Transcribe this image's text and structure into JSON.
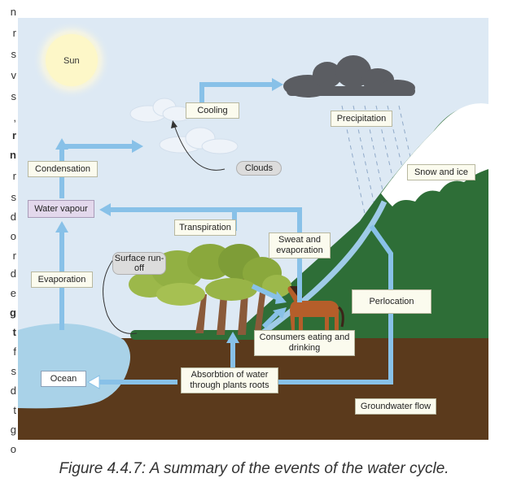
{
  "left_text": [
    {
      "text": "n",
      "bold": false
    },
    {
      "text": "r",
      "bold": false
    },
    {
      "text": "s",
      "bold": false
    },
    {
      "text": "v",
      "bold": false
    },
    {
      "text": "s",
      "bold": false
    },
    {
      "text": ",",
      "bold": false
    },
    {
      "text": "r",
      "bold": true
    },
    {
      "text": "n",
      "bold": true
    },
    {
      "text": "r",
      "bold": false
    },
    {
      "text": "s",
      "bold": false
    },
    {
      "text": "d",
      "bold": false
    },
    {
      "text": "o",
      "bold": false
    },
    {
      "text": "r",
      "bold": false
    },
    {
      "text": "d",
      "bold": false
    },
    {
      "text": "e",
      "bold": false
    },
    {
      "text": "g",
      "bold": true
    },
    {
      "text": "t",
      "bold": true
    },
    {
      "text": "f",
      "bold": false
    },
    {
      "text": "s",
      "bold": false
    },
    {
      "text": "d",
      "bold": false
    },
    {
      "text": "t",
      "bold": false
    },
    {
      "text": "g",
      "bold": false
    },
    {
      "text": "o",
      "bold": false
    }
  ],
  "diagram": {
    "sun": "Sun",
    "labels": {
      "cooling": "Cooling",
      "precipitation": "Precipitation",
      "condensation": "Condensation",
      "clouds": "Clouds",
      "snow_and_ice": "Snow and ice",
      "water_vapour": "Water vapour",
      "transpiration": "Transpiration",
      "sweat_and_evaporation": "Sweat and evaporation",
      "surface_runoff": "Surface run-off",
      "evaporation": "Evaporation",
      "perlocation": "Perlocation",
      "consumers": "Consumers eating and drinking",
      "absorption": "Absorbtion of water through plants roots",
      "ocean": "Ocean",
      "groundwater_flow": "Groundwater flow"
    },
    "colors": {
      "sky": "#dde9f4",
      "soil": "#5b3a1c",
      "grass": "#2e6e37",
      "ocean": "#a9d2e8",
      "arrow": "#88c1e8",
      "snow": "#ffffff"
    }
  },
  "caption": "Figure 4.4.7: A summary of the events of the water cycle."
}
